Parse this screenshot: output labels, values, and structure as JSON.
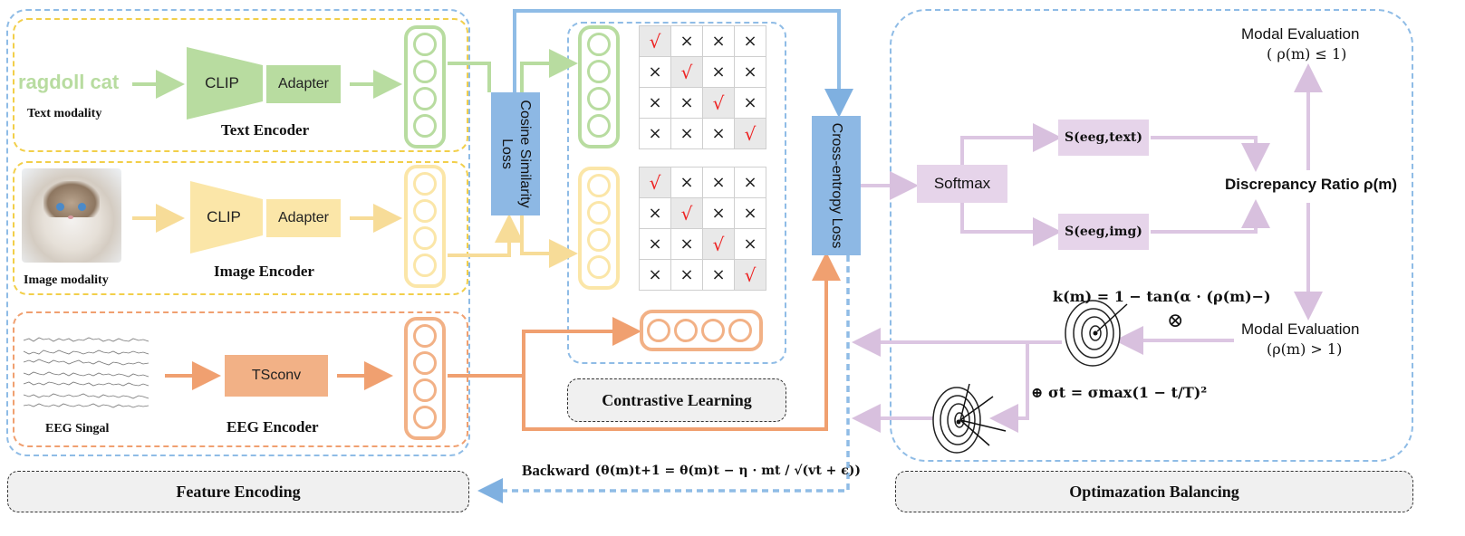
{
  "feature_encoding": {
    "label": "Feature Encoding",
    "text_row": {
      "input": "ragdoll cat",
      "modality": "Text modality",
      "clip": "CLIP",
      "adapter": "Adapter",
      "encoder": "Text Encoder"
    },
    "image_row": {
      "modality": "Image modality",
      "clip": "CLIP",
      "adapter": "Adapter",
      "encoder": "Image Encoder"
    },
    "eeg_row": {
      "modality": "EEG Singal",
      "module": "TSconv",
      "encoder": "EEG Encoder"
    }
  },
  "cosine_loss": "Cosine Similarity Loss",
  "contrastive": {
    "label": "Contrastive Learning",
    "check": "√",
    "cross": "×"
  },
  "cross_entropy": "Cross-entropy Loss",
  "backward": {
    "word": "Backward",
    "formula": "(θ(m)t+1 = θ(m)t − η · mt / √(vt + ϵ))"
  },
  "optimization": {
    "label": "Optimazation Balancing",
    "softmax": "Softmax",
    "s_text": "S(eeg,text)",
    "s_img": "S(eeg,img)",
    "discrepancy": "Discrepancy Ratio ρ(m)",
    "modal_eval_top": "Modal Evaluation",
    "modal_eval_top_cond": "( ρ(m) ≤ 1)",
    "modal_eval_bottom": "Modal Evaluation",
    "modal_eval_bottom_cond": "(ρ(m) > 1)",
    "k_formula": "k(m) = 1 − tan(α · (ρ(m)−)",
    "otimes": "⊗",
    "sigma_formula": "⊕ σt = σmax(1 − t/T)²"
  },
  "colors": {
    "blue_dash": "#8fbce6",
    "yellow_dash": "#f2cf4a",
    "orange_dash": "#f0a070",
    "green": "#b8dca0",
    "yellow": "#fbe6a8",
    "orange": "#f2b186",
    "blue": "#8db8e4",
    "purple": "#e6d4ea",
    "arrow_purple": "#dcc6e2"
  }
}
